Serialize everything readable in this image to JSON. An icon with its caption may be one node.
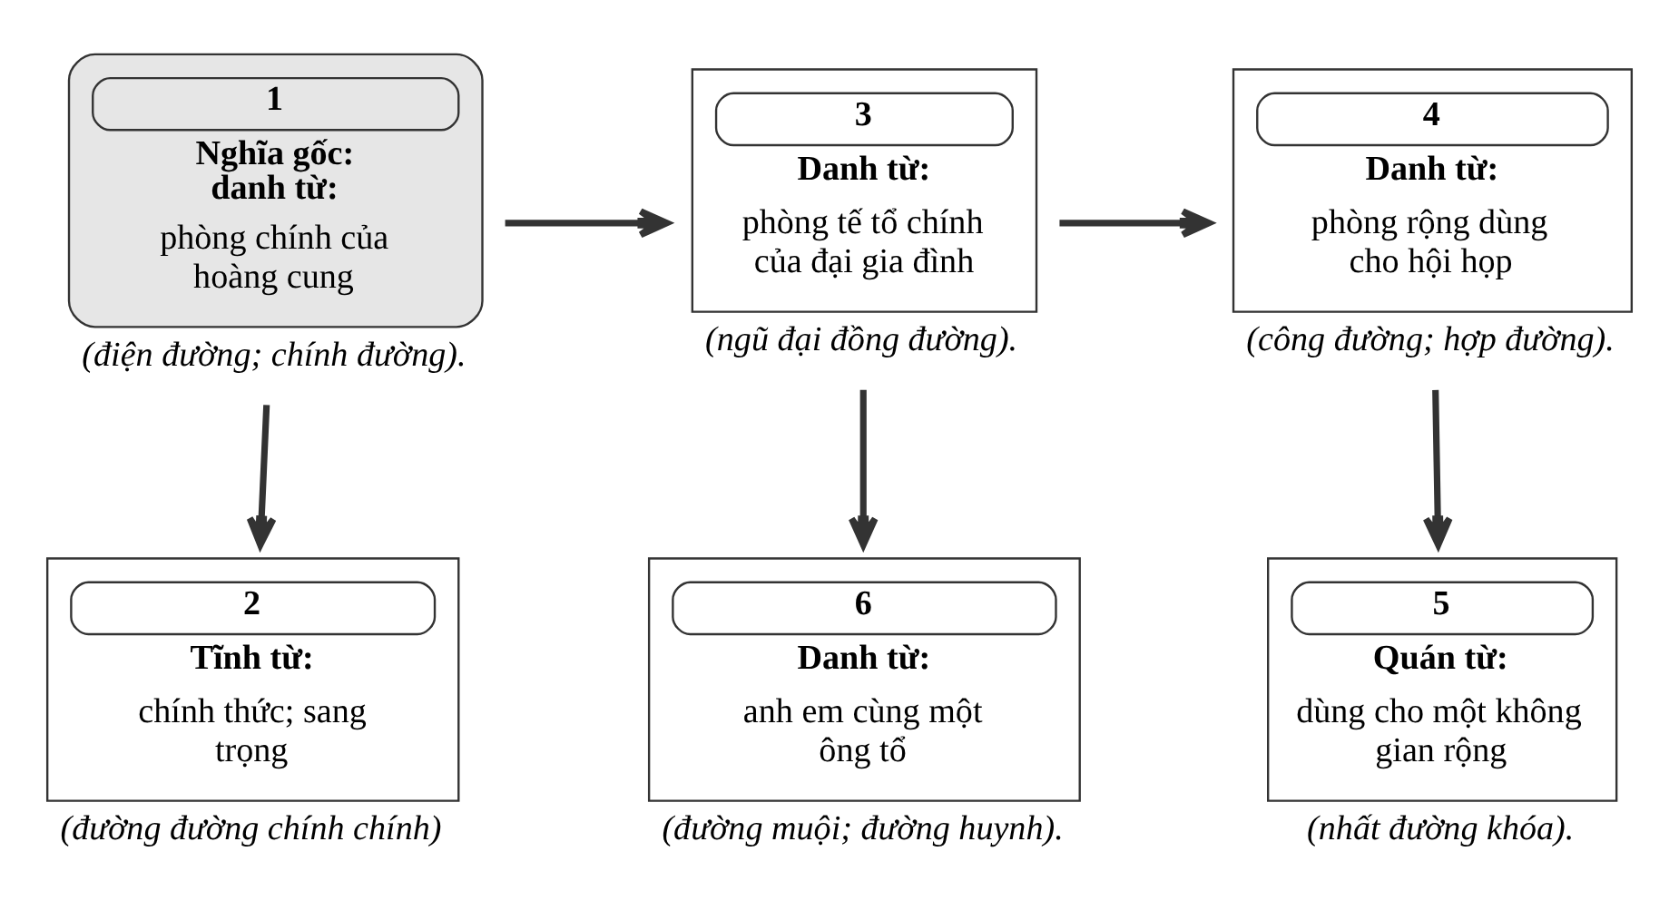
{
  "diagram": {
    "nodes": [
      {
        "text": [
          "1",
          "Nghĩa gốc: danh từ:",
          "phòng chính của hoàng cung"
        ],
        "beside": [
          "(điện đường; chính đường)."
        ]
      },
      {
        "text": [
          "3",
          "Danh từ:",
          "phòng tế tổ chính của đại gia đình"
        ],
        "beside": [
          "(ngũ đại đồng đường)."
        ]
      },
      {
        "text": [
          "4",
          "Danh từ:",
          "phòng rộng dùng cho hội họp"
        ],
        "beside": [
          "(công đường; hợp đường)."
        ]
      },
      {
        "text": [
          "2",
          "Tĩnh từ:",
          "chính thức; sang trọng"
        ],
        "beside": [
          "(đường đường chính chính)"
        ]
      },
      {
        "text": [
          "6",
          "Danh từ:",
          "anh em cùng một ông tổ"
        ],
        "beside": [
          "(đường muội; đường huynh)."
        ]
      },
      {
        "text": [
          "5",
          "Quán từ:",
          "dùng cho một không gian rộng"
        ],
        "beside": [
          "(nhất đường khóa)."
        ]
      }
    ],
    "edges": [
      {
        "from": 0,
        "to": 1,
        "arrow": "to"
      },
      {
        "from": 1,
        "to": 2,
        "arrow": "to"
      },
      {
        "from": 0,
        "to": 3,
        "arrow": "to"
      },
      {
        "from": 1,
        "to": 4,
        "arrow": "to"
      },
      {
        "from": 2,
        "to": 5,
        "arrow": "to"
      }
    ]
  }
}
